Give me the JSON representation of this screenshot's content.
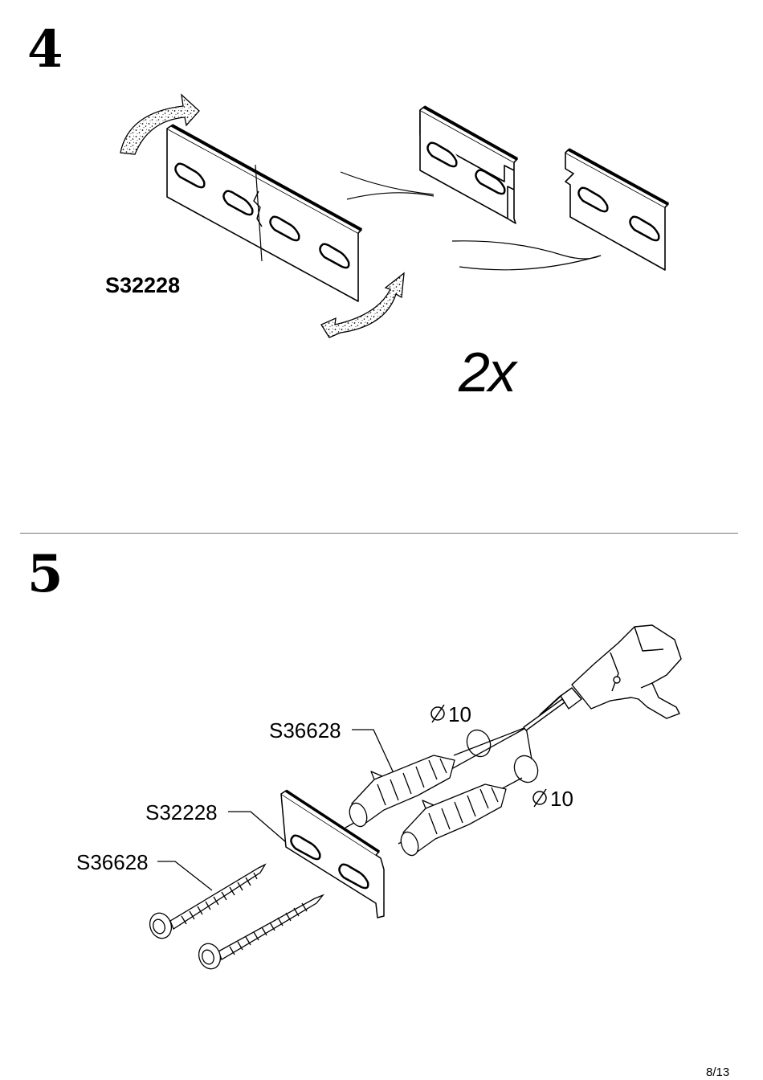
{
  "step4": {
    "number": "4",
    "part_code": "S32228",
    "quantity": "2x"
  },
  "step5": {
    "number": "5",
    "labels": {
      "dowel": "S36628",
      "bracket": "S32228",
      "screw": "S36628",
      "drill_diameter_top": "10",
      "drill_diameter_bottom": "10"
    }
  },
  "footer": {
    "page": "8/13"
  }
}
